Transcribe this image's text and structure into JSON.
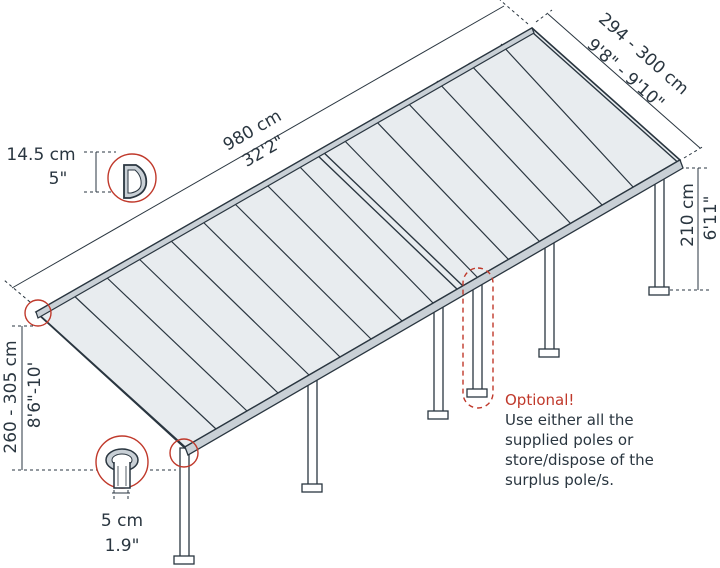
{
  "dimensions": {
    "length_cm": "980 cm",
    "length_in": "32'2\"",
    "depth_cm": "294 - 300 cm",
    "depth_in": "9'8\" - 9'10\"",
    "back_height_cm": "210 cm",
    "back_height_in": "6'11\"",
    "front_height_cm": "260 - 305 cm",
    "front_height_in": "8'6\"-10'",
    "gutter_cm": "14.5 cm",
    "gutter_in": "5\"",
    "post_cm": "5 cm",
    "post_in": "1.9\""
  },
  "note": {
    "title": "Optional!",
    "lines": [
      "Use either all the",
      "supplied poles or",
      "store/dispose of the",
      "surplus pole/s."
    ]
  },
  "colors": {
    "line": "#2a3640",
    "accent": "#c0392b",
    "panel": "#e8ecef",
    "panel_dark": "#c9d0d6"
  }
}
